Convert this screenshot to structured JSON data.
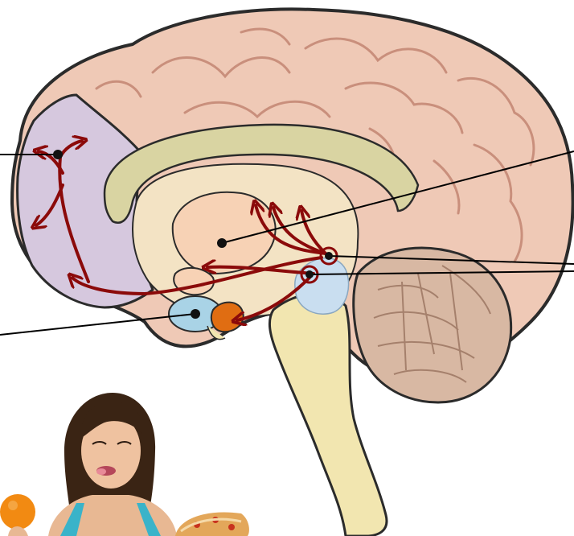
{
  "diagram": {
    "subject": "sagittal-brain-section",
    "colors": {
      "cortex": "#efc9b6",
      "gyrus_outline": "#c98f7c",
      "brain_outline": "#2b2b2b",
      "prefrontal_region": "#d6c8de",
      "corpus_callosum": "#d9d4a2",
      "thalamus_region": "#f3e3c4",
      "striatum": "#f7d2b5",
      "amygdala": "#a9d3e6",
      "hippocampus_orange": "#e06d12",
      "vta": "#c9def0",
      "brainstem": "#f2e6b0",
      "cerebellum": "#d8b8a3",
      "pathway_arrows": "#8b0a0a",
      "marker_dot": "#111111",
      "leader_line": "#000000"
    },
    "marked_regions": [
      "prefrontal-cortex",
      "nucleus-accumbens",
      "amygdala",
      "ventral-tegmental-area",
      "substantia-nigra",
      "hippocampus"
    ],
    "text_labels": []
  },
  "photo": {
    "subject": "woman-choosing-between-orange-and-pastry",
    "icons": [
      "orange-icon",
      "pastry-icon"
    ]
  }
}
